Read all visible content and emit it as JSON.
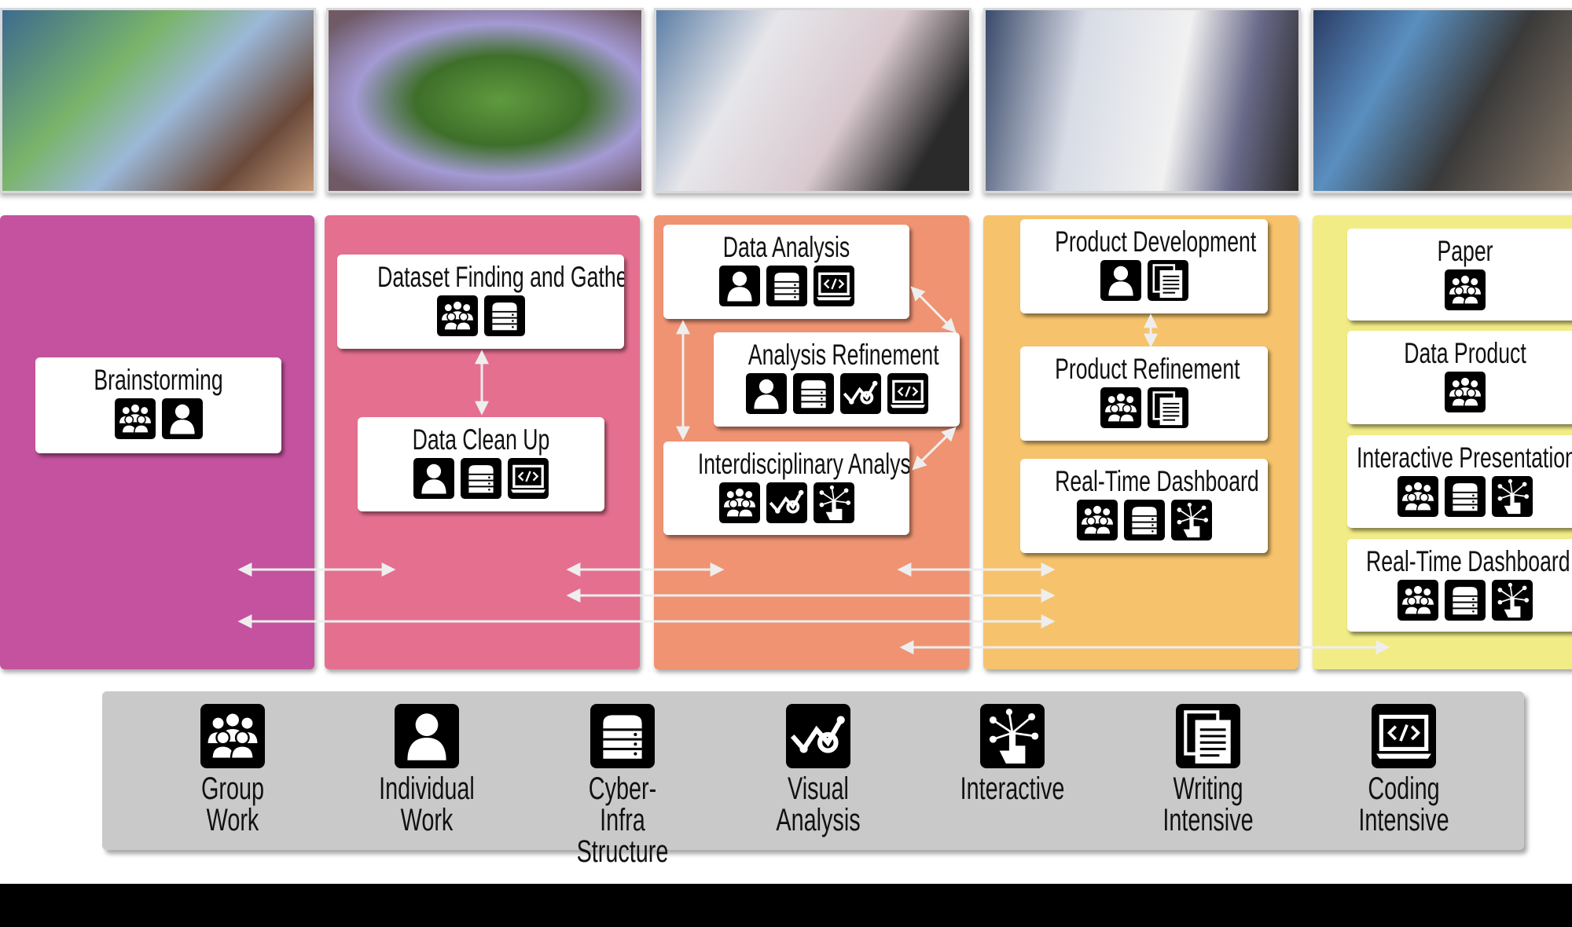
{
  "colors": {
    "col1": "#C4529E",
    "col2": "#E56F8F",
    "col3": "#EF9373",
    "col4": "#F6C36C",
    "col5": "#F2EC86",
    "legend": "#C9C9C9"
  },
  "photos": [
    "brainstorming-session-photo",
    "visualization-wall-photo",
    "map-analysis-photo",
    "document-display-photo",
    "conference-demo-photo"
  ],
  "columns": [
    {
      "boxes": [
        {
          "title": "Brainstorming",
          "icons": [
            "group",
            "individual"
          ]
        }
      ]
    },
    {
      "boxes": [
        {
          "title": "Dataset Finding and Gathering",
          "icons": [
            "group",
            "server"
          ]
        },
        {
          "title": "Data Clean Up",
          "icons": [
            "individual",
            "server",
            "code"
          ]
        }
      ]
    },
    {
      "boxes": [
        {
          "title": "Data Analysis",
          "icons": [
            "individual",
            "server",
            "code"
          ]
        },
        {
          "title": "Analysis Refinement",
          "icons": [
            "individual",
            "server",
            "visual",
            "code"
          ]
        },
        {
          "title": "Interdisciplinary Analysis",
          "icons": [
            "group",
            "visual",
            "interactive"
          ]
        }
      ]
    },
    {
      "boxes": [
        {
          "title": "Product Development",
          "icons": [
            "individual",
            "writing"
          ]
        },
        {
          "title": "Product Refinement",
          "icons": [
            "group",
            "writing"
          ]
        },
        {
          "title": "Real-Time Dashboard",
          "icons": [
            "group",
            "server",
            "interactive"
          ]
        }
      ]
    },
    {
      "boxes": [
        {
          "title": "Paper",
          "icons": [
            "group"
          ]
        },
        {
          "title": "Data Product",
          "icons": [
            "group"
          ]
        },
        {
          "title": "Interactive Presentation",
          "icons": [
            "group",
            "server",
            "interactive"
          ]
        },
        {
          "title": "Real-Time Dashboard",
          "icons": [
            "group",
            "server",
            "interactive"
          ]
        }
      ]
    }
  ],
  "legend": [
    {
      "icon": "group",
      "label": "Group\nWork"
    },
    {
      "icon": "individual",
      "label": "Individual\nWork"
    },
    {
      "icon": "server",
      "label": "Cyber-Infra\nStructure"
    },
    {
      "icon": "visual",
      "label": "Visual\nAnalysis"
    },
    {
      "icon": "interactive",
      "label": "Interactive"
    },
    {
      "icon": "writing",
      "label": "Writing\nIntensive"
    },
    {
      "icon": "code",
      "label": "Coding\nIntensive"
    }
  ]
}
